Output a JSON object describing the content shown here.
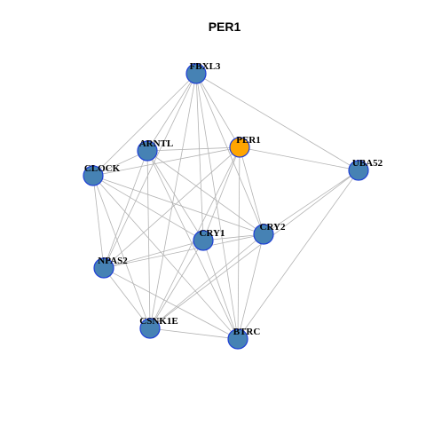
{
  "title": "PER1",
  "colors": {
    "node_fill": "#4682b4",
    "node_highlight": "#ffa500",
    "node_border": "#1f3fd6",
    "edge": "#b3b3b3"
  },
  "nodes": [
    {
      "id": "FBXL3",
      "highlight": false
    },
    {
      "id": "PER1",
      "highlight": true
    },
    {
      "id": "ARNTL",
      "highlight": false
    },
    {
      "id": "CLOCK",
      "highlight": false
    },
    {
      "id": "UBA52",
      "highlight": false
    },
    {
      "id": "CRY1",
      "highlight": false
    },
    {
      "id": "CRY2",
      "highlight": false
    },
    {
      "id": "NPAS2",
      "highlight": false
    },
    {
      "id": "CSNK1E",
      "highlight": false
    },
    {
      "id": "BTRC",
      "highlight": false
    }
  ],
  "edges": [
    [
      "FBXL3",
      "PER1"
    ],
    [
      "FBXL3",
      "ARNTL"
    ],
    [
      "FBXL3",
      "CLOCK"
    ],
    [
      "FBXL3",
      "UBA52"
    ],
    [
      "FBXL3",
      "CRY1"
    ],
    [
      "FBXL3",
      "CRY2"
    ],
    [
      "FBXL3",
      "NPAS2"
    ],
    [
      "FBXL3",
      "CSNK1E"
    ],
    [
      "FBXL3",
      "BTRC"
    ],
    [
      "PER1",
      "ARNTL"
    ],
    [
      "PER1",
      "CLOCK"
    ],
    [
      "PER1",
      "UBA52"
    ],
    [
      "PER1",
      "CRY1"
    ],
    [
      "PER1",
      "CRY2"
    ],
    [
      "PER1",
      "NPAS2"
    ],
    [
      "PER1",
      "CSNK1E"
    ],
    [
      "PER1",
      "BTRC"
    ],
    [
      "ARNTL",
      "CLOCK"
    ],
    [
      "ARNTL",
      "CRY1"
    ],
    [
      "ARNTL",
      "CRY2"
    ],
    [
      "ARNTL",
      "NPAS2"
    ],
    [
      "ARNTL",
      "CSNK1E"
    ],
    [
      "ARNTL",
      "BTRC"
    ],
    [
      "CLOCK",
      "CRY1"
    ],
    [
      "CLOCK",
      "CRY2"
    ],
    [
      "CLOCK",
      "NPAS2"
    ],
    [
      "CLOCK",
      "CSNK1E"
    ],
    [
      "CLOCK",
      "BTRC"
    ],
    [
      "UBA52",
      "CRY2"
    ],
    [
      "UBA52",
      "CSNK1E"
    ],
    [
      "UBA52",
      "BTRC"
    ],
    [
      "CRY1",
      "CRY2"
    ],
    [
      "CRY1",
      "NPAS2"
    ],
    [
      "CRY1",
      "CSNK1E"
    ],
    [
      "CRY1",
      "BTRC"
    ],
    [
      "CRY2",
      "NPAS2"
    ],
    [
      "CRY2",
      "CSNK1E"
    ],
    [
      "CRY2",
      "BTRC"
    ],
    [
      "NPAS2",
      "CSNK1E"
    ],
    [
      "NPAS2",
      "BTRC"
    ],
    [
      "CSNK1E",
      "BTRC"
    ]
  ]
}
